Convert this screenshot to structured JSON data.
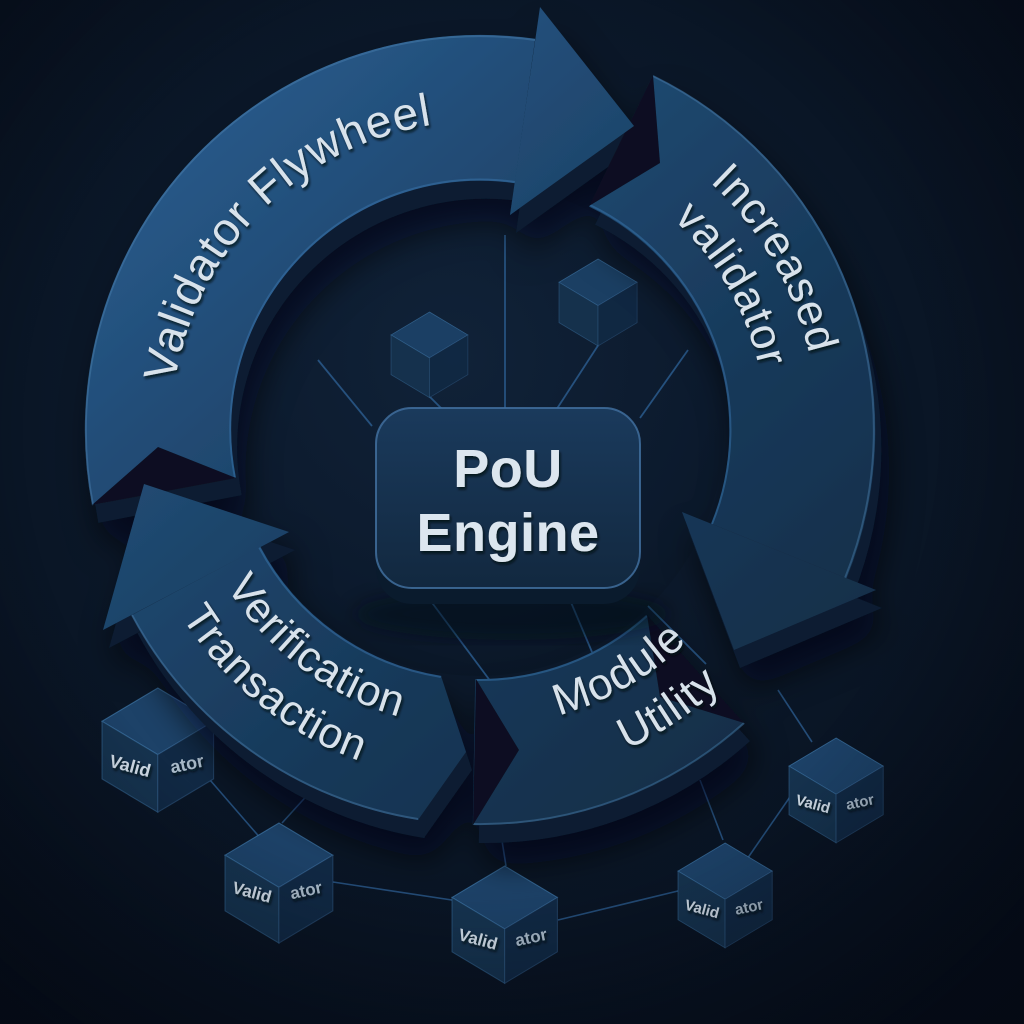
{
  "diagram": {
    "center_label": {
      "line1": "PoU",
      "line2": "Engine"
    },
    "segments": {
      "flywheel": {
        "label": "Validator Flywheel"
      },
      "increased_validator": {
        "line1": "Increased",
        "line2": "validator"
      },
      "utility_module": {
        "line1": "Utility",
        "line2": "Module"
      },
      "transaction_verification": {
        "line1": "Transaction",
        "line2": "Verification"
      }
    },
    "validator_node": {
      "word": "Validator",
      "left": "Valid",
      "right": "ator",
      "count": 5
    },
    "colors": {
      "background": "#0a1626",
      "arc_bright": "#2a5e92",
      "arc_dark": "#112a43",
      "arc_extrusion": "#0b1c30",
      "edge_highlight": "#4f86b6",
      "text": "#d8e2eb",
      "connector_line": "#2a5a8c",
      "engine_box_fill": "#13293f",
      "engine_box_stroke": "#416f9e"
    }
  }
}
